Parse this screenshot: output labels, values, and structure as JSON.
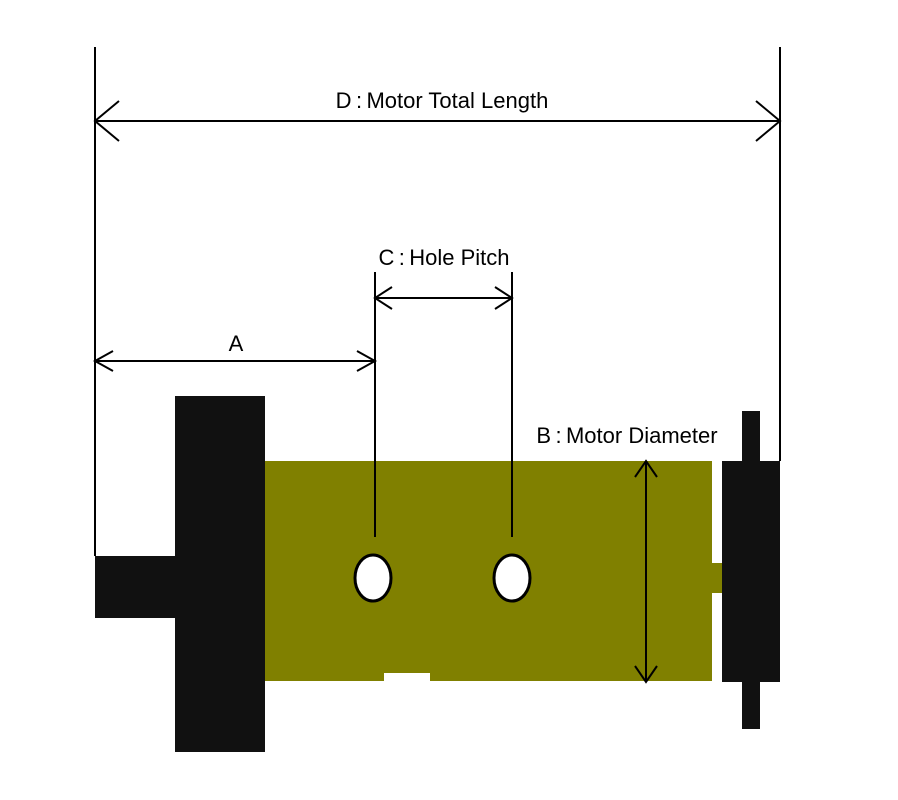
{
  "labels": {
    "total_length": "D : Motor Total Length",
    "hole_pitch": "C : Hole Pitch",
    "a": "A",
    "diameter": "B : Motor Diameter"
  },
  "colors": {
    "body": "#808000",
    "dark": "#111111",
    "line": "#000000",
    "hole": "#ffffff",
    "background": "#ffffff"
  }
}
